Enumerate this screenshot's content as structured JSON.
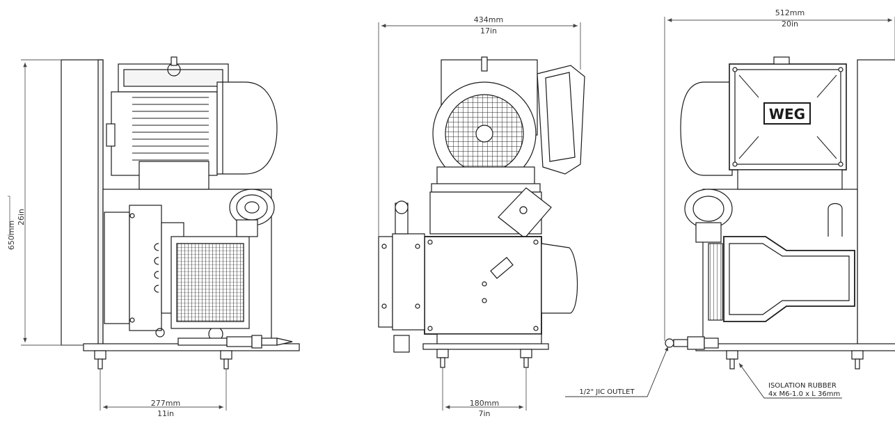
{
  "dimensions": {
    "height": {
      "metric": "650mm",
      "imperial": "26in"
    },
    "front_width": {
      "metric": "434mm",
      "imperial": "17in"
    },
    "rear_width": {
      "metric": "512mm",
      "imperial": "20in"
    },
    "side_base": {
      "metric": "277mm",
      "imperial": "11in"
    },
    "front_base": {
      "metric": "180mm",
      "imperial": "7in"
    }
  },
  "callouts": {
    "outlet": "1/2\" JIC OUTLET",
    "isolation_title": "ISOLATION RUBBER",
    "isolation_spec": "4x M6-1.0 x L 36mm"
  },
  "logo_text": "WEG",
  "colors": {
    "line": "#1a1a1a",
    "dim": "#555555",
    "text": "#333333"
  }
}
